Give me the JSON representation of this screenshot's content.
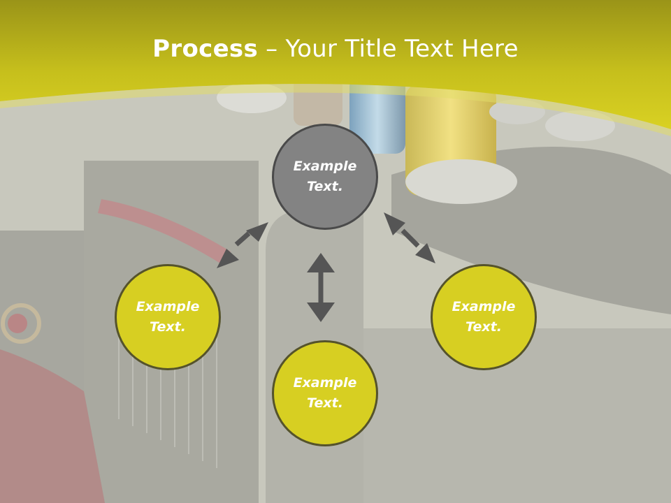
{
  "title": {
    "bold": "Process",
    "rest": " – Your Title Text Here"
  },
  "colors": {
    "header_band": "#d4cc1e",
    "header_dark": "#9a9418",
    "circle_fill": "#d7cf22",
    "circle_border": "#55532b",
    "center_fill": "#838383",
    "arrow": "#555555",
    "background_tint": "#c9c9bd"
  },
  "nodes": {
    "top": "Example\nText.",
    "left": "Example\nText.",
    "right": "Example\nText.",
    "bottom": "Example\nText."
  },
  "decorations": {
    "background": "faded embroidery machine thread spools photo",
    "arrows": [
      "double-arrow-top-left",
      "double-arrow-top-right",
      "double-arrow-vertical"
    ]
  }
}
